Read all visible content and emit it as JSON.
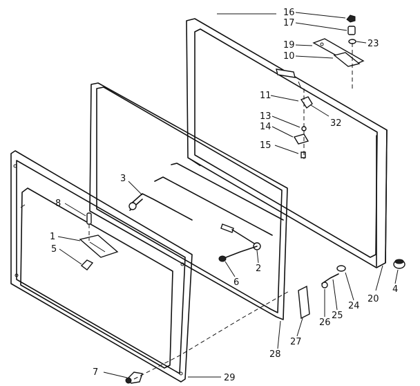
{
  "diagram": {
    "callouts": {
      "c1": "1",
      "c2": "2",
      "c3": "3",
      "c4": "4",
      "c5": "5",
      "c6": "6",
      "c7": "7",
      "c8": "8",
      "c10": "10",
      "c11": "11",
      "c13": "13",
      "c14": "14",
      "c15": "15",
      "c16": "16",
      "c17": "17",
      "c19": "19",
      "c20": "20",
      "c23": "23",
      "c24": "24",
      "c25": "25",
      "c26": "26",
      "c27": "27",
      "c28": "28",
      "c29": "29",
      "c32": "32"
    }
  }
}
